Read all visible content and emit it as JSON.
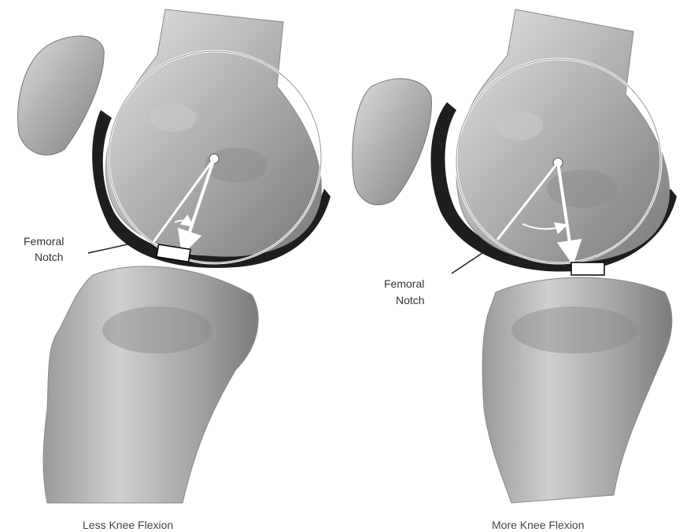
{
  "panels": [
    {
      "caption": "Less Knee Flexion",
      "notch_label_line1": "Femoral",
      "notch_label_line2": "Notch"
    },
    {
      "caption": "More Knee Flexion",
      "notch_label_line1": "Femoral",
      "notch_label_line2": "Notch"
    }
  ],
  "colors": {
    "bone_light": "#d8d8d8",
    "bone_mid": "#a8a8a8",
    "bone_dark": "#6e6e6e",
    "cartilage": "#1e1e1e",
    "circle_stroke": "#ffffff",
    "text": "#333333"
  },
  "icons": [
    "femur",
    "tibia",
    "patella",
    "meniscus",
    "rotation-circle",
    "arrow"
  ]
}
